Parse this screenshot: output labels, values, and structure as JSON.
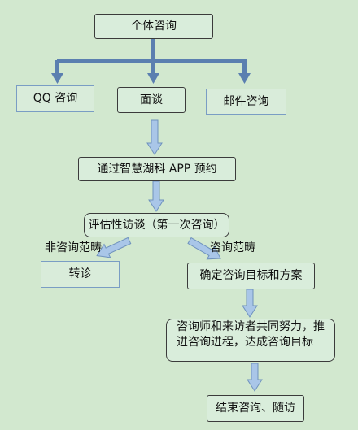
{
  "nodes": {
    "individual": "个体咨询",
    "qq": "QQ 咨询",
    "face": "面谈",
    "email": "邮件咨询",
    "app": "通过智慧湖科 APP 预约",
    "evaluate": "评估性访谈（第一次咨询）",
    "referral": "转诊",
    "goal": "确定咨询目标和方案",
    "work_line1": "咨询师和来访者共同努力，推",
    "work_line2": "进咨询进程，达成咨询目标",
    "end": "结束咨询、随访"
  },
  "edge_labels": {
    "non_scope": "非咨询范畴",
    "scope": "咨询范畴"
  },
  "colors": {
    "arrow_fill": "#a9c6e8",
    "arrow_stroke": "#6f92bd",
    "branch_bar": "#5b7fb0",
    "background": "#d2e8cf"
  }
}
